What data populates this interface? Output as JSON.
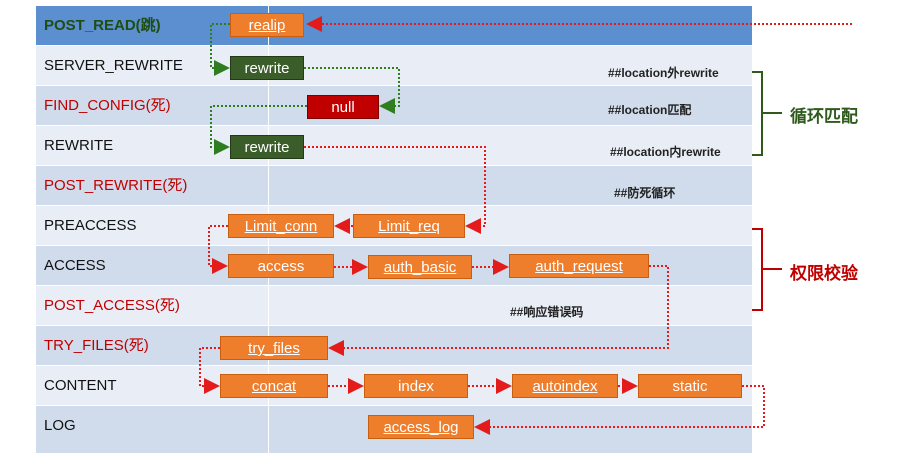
{
  "colors": {
    "highlight_row": "#5b8fd0",
    "row_dark": "#d0dbeb",
    "row_light": "#e9eef6",
    "module_box": "#ee7d2c",
    "rewrite_box": "#3a5d2a",
    "null_box": "#c00000",
    "red_text": "#c00000",
    "green_text": "#2e5a1c",
    "arrow_red": "#e31b1b",
    "arrow_green": "#2e7d1e"
  },
  "phases": [
    {
      "label": "POST_READ(跳)",
      "color": "green",
      "bold": true
    },
    {
      "label": "SERVER_REWRITE",
      "color": "black"
    },
    {
      "label": "FIND_CONFIG(死)",
      "color": "red"
    },
    {
      "label": "REWRITE",
      "color": "black"
    },
    {
      "label": "POST_REWRITE(死)",
      "color": "red"
    },
    {
      "label": "PREACCESS",
      "color": "black"
    },
    {
      "label": "ACCESS",
      "color": "black"
    },
    {
      "label": "POST_ACCESS(死)",
      "color": "red"
    },
    {
      "label": "TRY_FILES(死)",
      "color": "red"
    },
    {
      "label": "CONTENT",
      "color": "black"
    },
    {
      "label": "LOG",
      "color": "black"
    }
  ],
  "modules": {
    "realip": "realip",
    "rewrite_server": "rewrite",
    "null": "null",
    "rewrite_location": "rewrite",
    "limit_req": "Limit_req",
    "limit_conn": "Limit_conn",
    "access": "access",
    "auth_basic": "auth_basic",
    "auth_request": "auth_request",
    "try_files": "try_files",
    "concat": "concat",
    "index": "index",
    "autoindex": "autoindex",
    "static": "static",
    "access_log": "access_log"
  },
  "notes": {
    "server_rewrite": "##location外rewrite",
    "find_config": "##location匹配",
    "rewrite": "##location内rewrite",
    "post_rewrite": "##防死循环",
    "post_access": "##响应错误码"
  },
  "groups": {
    "loop_match": "循环匹配",
    "permission_check": "权限校验"
  }
}
